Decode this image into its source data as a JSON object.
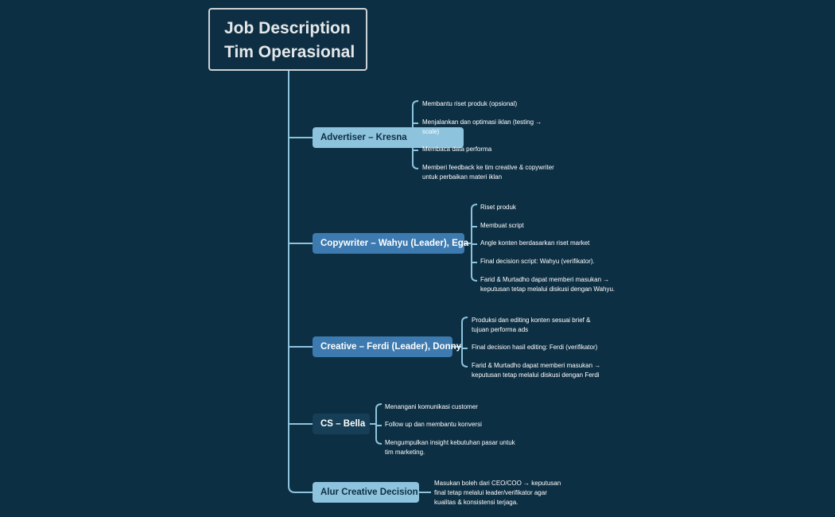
{
  "title": "Job Description\nTim Operasional",
  "colors": {
    "background": "#0d2f43",
    "connector": "#8ec3dd",
    "branch_light": "#8ec3dd",
    "branch_blue": "#3c7aaf",
    "branch_dark": "#163e56"
  },
  "branches": [
    {
      "label": "Advertiser – Kresna",
      "items": [
        "Membantu riset produk (opsional)",
        "Menjalankan dan optimasi iklan (testing →\nscale)",
        "Membaca data performa",
        "Memberi feedback ke tim creative & copywriter\nuntuk perbaikan materi iklan"
      ]
    },
    {
      "label": "Copywriter – Wahyu (Leader), Ega",
      "items": [
        "Riset produk",
        "Membuat script",
        "Angle konten berdasarkan riset market",
        "Final decision script: Wahyu (verifikator).",
        "Farid & Murtadho dapat memberi masukan →\nkeputusan tetap melalui diskusi dengan Wahyu."
      ]
    },
    {
      "label": "Creative – Ferdi (Leader), Donny",
      "items": [
        "Produksi dan editing konten sesuai brief &\ntujuan performa ads",
        "Final decision hasil editing: Ferdi (verifikator)",
        "Farid & Murtadho dapat memberi masukan →\nkeputusan tetap melalui diskusi dengan Ferdi"
      ]
    },
    {
      "label": "CS – Bella",
      "items": [
        "Menangani komunikasi customer",
        " Follow up  dan membantu konversi",
        "Mengumpulkan insight kebutuhan pasar untuk\ntim marketing."
      ]
    },
    {
      "label": "Alur Creative Decision:",
      "items": [
        "Masukan boleh dari CEO/COO → keputusan\nfinal tetap melalui leader/verifikator agar\nkualitas & konsistensi terjaga."
      ]
    }
  ]
}
